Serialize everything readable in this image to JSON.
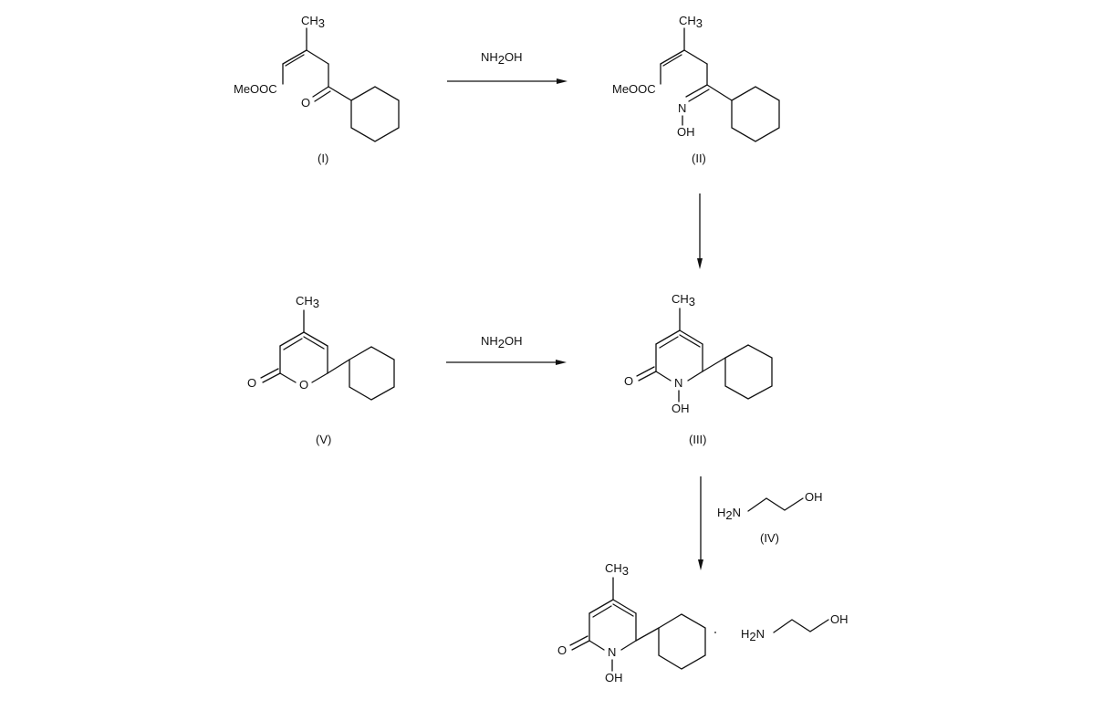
{
  "compounds": {
    "I": {
      "label": "(I)",
      "methyl": "CH",
      "methyl_sub": "3",
      "ester": "MeOOC",
      "oxygen": "O"
    },
    "II": {
      "label": "(II)",
      "methyl": "CH",
      "methyl_sub": "3",
      "ester": "MeOOC",
      "nitrogen": "N",
      "hydroxyl": "OH"
    },
    "III": {
      "label": "(III)",
      "methyl": "CH",
      "methyl_sub": "3",
      "oxygen": "O",
      "nitrogen": "N",
      "hydroxyl": "OH"
    },
    "IV": {
      "label": "(IV)",
      "amine": "H",
      "amine_sub": "2",
      "amine_n": "N",
      "hydroxyl": "OH"
    },
    "V": {
      "label": "(V)",
      "methyl": "CH",
      "methyl_sub": "3",
      "oxygen": "O",
      "ring_oxygen": "O"
    },
    "product": {
      "methyl": "CH",
      "methyl_sub": "3",
      "oxygen": "O",
      "nitrogen": "N",
      "hydroxyl": "OH",
      "salt_amine": "H",
      "salt_amine_sub": "2",
      "salt_amine_n": "N",
      "salt_hydroxyl": "OH"
    }
  },
  "reagents": {
    "top": {
      "main": "NH",
      "sub": "2",
      "tail": "OH"
    },
    "middle": {
      "main": "NH",
      "sub": "2",
      "tail": "OH"
    }
  },
  "colors": {
    "ink": "#111111",
    "background": "#ffffff"
  }
}
